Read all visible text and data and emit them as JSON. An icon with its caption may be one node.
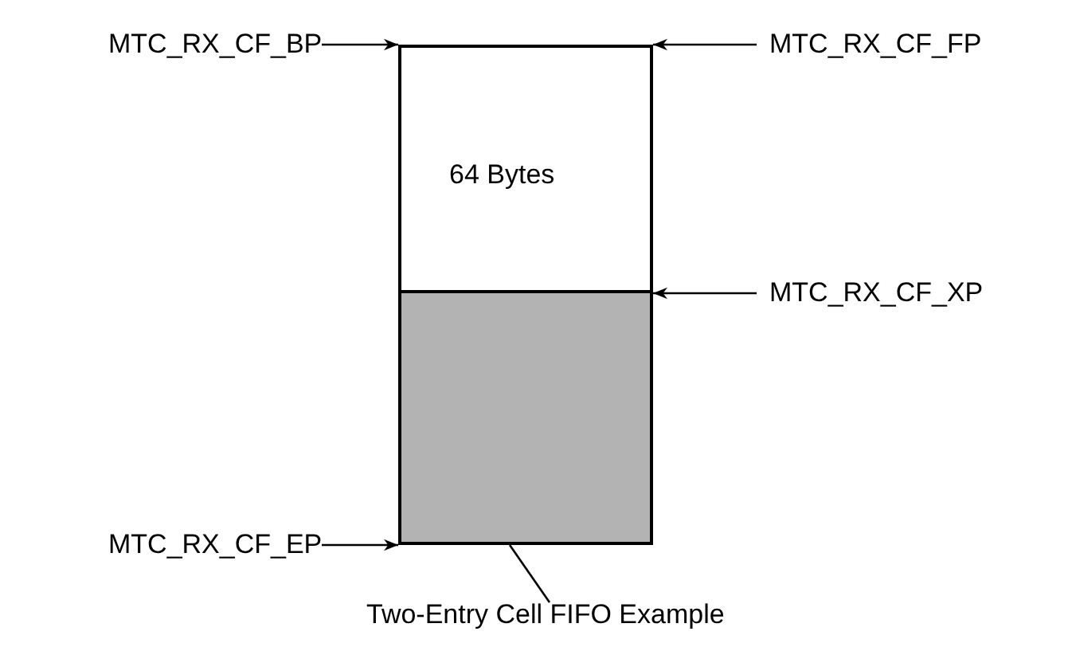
{
  "diagram": {
    "nodes": [
      {
        "text": [],
        "shape": "box"
      },
      {
        "text": [],
        "shape": "box"
      },
      {
        "text": [
          "MTC_RX_CF_BP"
        ]
      },
      {
        "text": [
          "MTC_RX_CF_FP"
        ]
      },
      {
        "text": [
          "MTC_RX_CF_XP"
        ]
      },
      {
        "text": [
          "MTC_RX_CF_EP"
        ]
      },
      {
        "text": [
          "Two-Entry Cell FIFO Example"
        ]
      }
    ],
    "edges": [
      {
        "from": 2,
        "to": 0,
        "arrow": "to"
      },
      {
        "from": 3,
        "to": 0,
        "arrow": "to"
      },
      {
        "from": 4,
        "to": 1,
        "arrow": "to"
      },
      {
        "from": 5,
        "to": 1,
        "arrow": "to"
      },
      {
        "from": 6,
        "to": 1,
        "arrow": "none"
      }
    ],
    "labels": [
      "64 Bytes"
    ]
  }
}
